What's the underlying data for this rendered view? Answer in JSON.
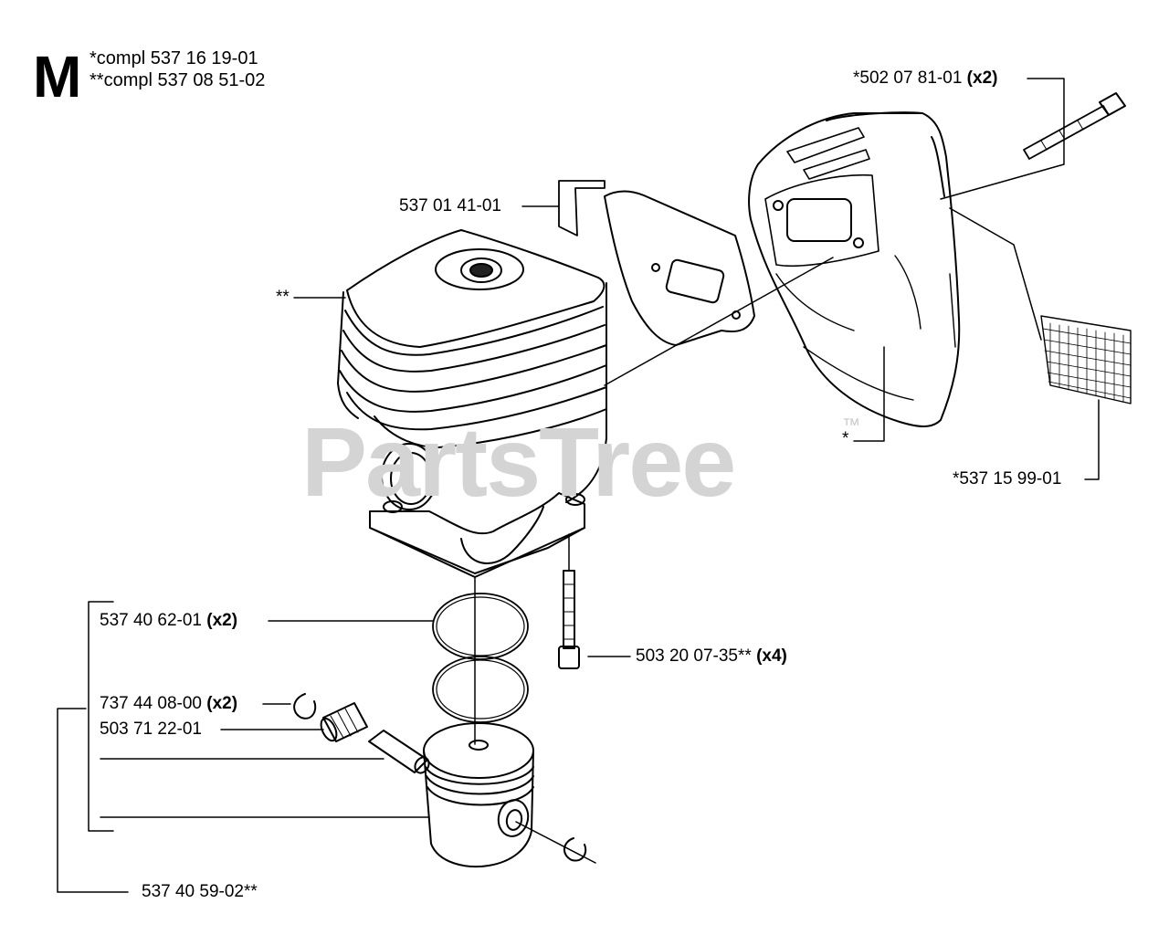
{
  "section_letter": "M",
  "header": {
    "line1": "*compl 537 16 19-01",
    "line2": "**compl 537 08 51-02"
  },
  "watermark": {
    "text": "PartsTree",
    "tm": "™"
  },
  "parts": {
    "bolt_muffler": {
      "number": "*502 07 81-01",
      "qty": "(x2)"
    },
    "gasket": {
      "number": "537 01 41-01"
    },
    "cylinder": {
      "number": "**"
    },
    "muffler": {
      "number": "*"
    },
    "screen": {
      "number": "*537 15 99-01"
    },
    "ring": {
      "number": "537 40 62-01",
      "qty": "(x2)"
    },
    "cyl_screw": {
      "number": "503 20 07-35**",
      "qty": "(x4)"
    },
    "circlip": {
      "number": "737 44 08-00",
      "qty": "(x2)"
    },
    "bearing": {
      "number": "503 71 22-01"
    },
    "piston_kit": {
      "number": "537 40 59-02**"
    }
  }
}
